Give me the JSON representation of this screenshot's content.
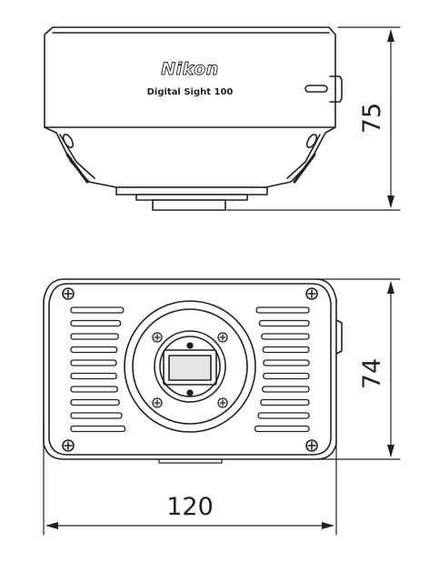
{
  "brand": {
    "logo_text": "Nikon",
    "model_text": "Digital Sight 100"
  },
  "dimensions": {
    "height_side": "75",
    "height_front": "74",
    "width": "120"
  },
  "colors": {
    "line": "#231f20",
    "body_fill": "#ffffff",
    "sensor_fill": "#e6e6e6"
  }
}
